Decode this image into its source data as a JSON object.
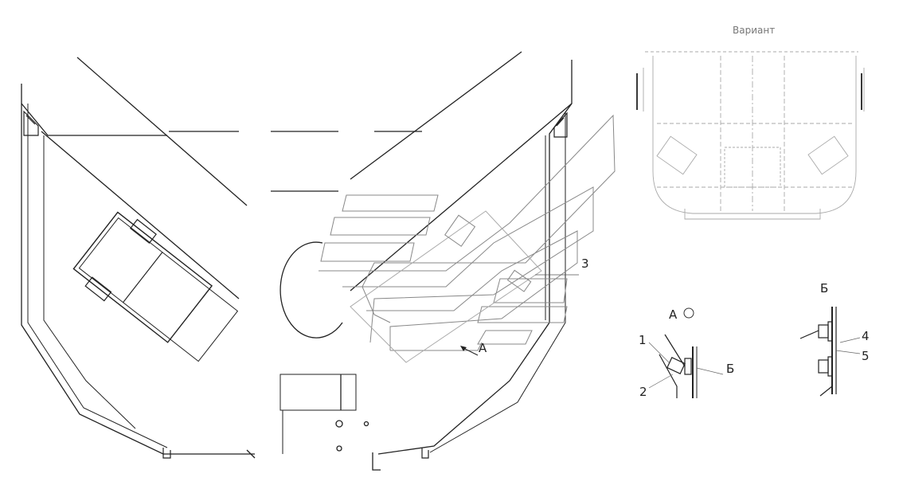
{
  "labels": {
    "variant": "Вариант",
    "view_a": "А",
    "view_b": "Б",
    "callout_1": "1",
    "callout_2": "2",
    "callout_3": "3",
    "callout_4": "4",
    "callout_5": "5",
    "callout_a": "А",
    "callout_b": "Б"
  },
  "colors": {
    "ink": "#222222",
    "light": "#999999",
    "faint": "#bbbbbb"
  }
}
